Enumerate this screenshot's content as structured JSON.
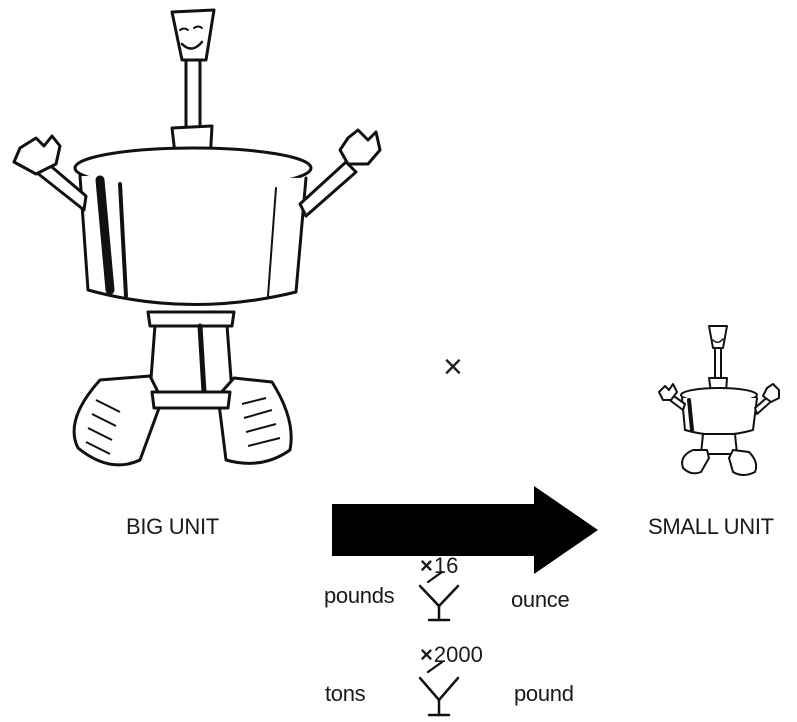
{
  "labels": {
    "big_unit": "BIG UNIT",
    "small_unit": "SMALL UNIT",
    "operation_symbol": "×"
  },
  "conversions": [
    {
      "from": "pounds",
      "to": "ounce",
      "multiplier": "16",
      "times_symbol": "×"
    },
    {
      "from": "tons",
      "to": "pound",
      "multiplier": "2000",
      "times_symbol": "×"
    }
  ],
  "colors": {
    "ink": "#111111",
    "arrow": "#000000",
    "background": "#ffffff"
  }
}
